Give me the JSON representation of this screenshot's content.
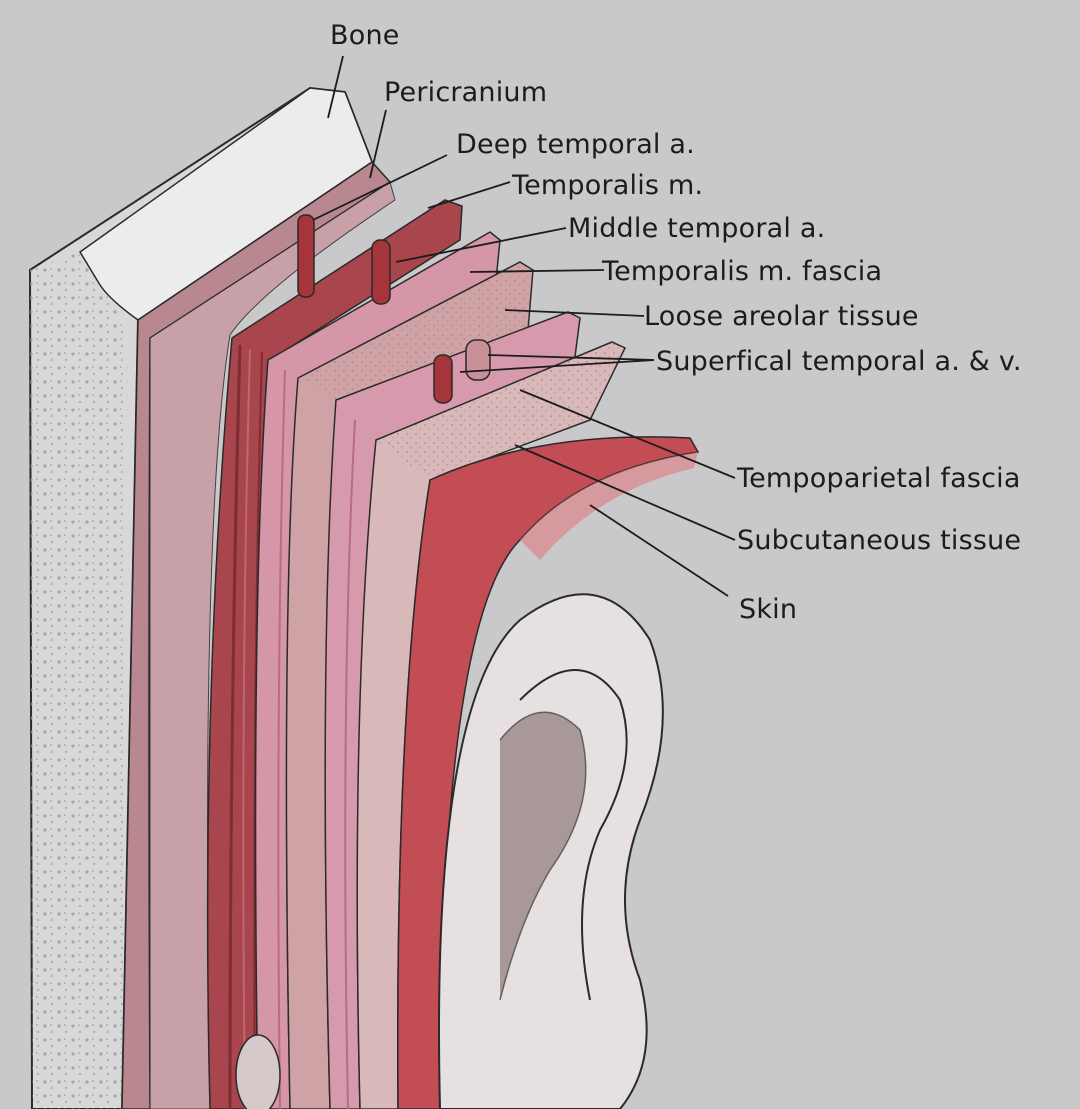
{
  "labels": {
    "bone": "Bone",
    "pericranium": "Pericranium",
    "deep_temporal_a": "Deep temporal a.",
    "temporalis_m": "Temporalis m.",
    "middle_temporal_a": "Middle temporal a.",
    "temporalis_m_fascia": "Temporalis m. fascia",
    "loose_areolar_tissue": "Loose areolar tissue",
    "superficial_temporal_av": "Superfical temporal a. & v.",
    "tempoparietal_fascia": "Tempoparietal fascia",
    "subcutaneous_tissue": "Subcutaneous tissue",
    "skin": "Skin"
  },
  "colors": {
    "background": "#c9c9cb",
    "bone": "#dcdcdc",
    "pericranium": "#b98790",
    "muscle": "#a8454d",
    "fascia": "#d79aac",
    "areolar": "#cfa3a3",
    "vessel": "#a5353b",
    "skin": "#c24d55",
    "ear": "#e6e0e0",
    "ink": "#1c1c1c"
  }
}
